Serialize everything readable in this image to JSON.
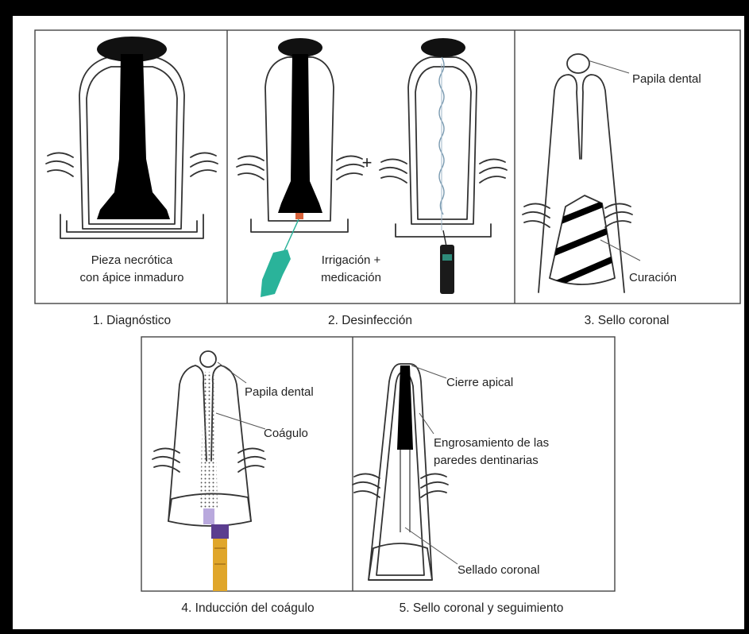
{
  "panels": [
    {
      "caption": "1. Diagnóstico",
      "labels": [
        "Pieza necrótica",
        "con ápice inmaduro"
      ]
    },
    {
      "caption": "2. Desinfección",
      "labels": [
        "+",
        "Irrigación +",
        "medicación"
      ]
    },
    {
      "caption": "3. Sello coronal",
      "labels": [
        "Papila dental",
        "Curación"
      ]
    },
    {
      "caption": "4. Inducción del coágulo",
      "labels": [
        "Papila dental",
        "Coágulo"
      ]
    },
    {
      "caption": "5. Sello coronal y seguimiento",
      "labels": [
        "Cierre apical",
        "Engrosamiento de las",
        "paredes dentinarias",
        "Sellado coronal"
      ]
    }
  ],
  "colors": {
    "border": "#000000",
    "background": "#ffffff",
    "canal_fill": "#000000",
    "syringe_tip": "#2ab39a",
    "clot_syringe": "#e0a62a",
    "syringe_band": "#5b3d8f"
  }
}
